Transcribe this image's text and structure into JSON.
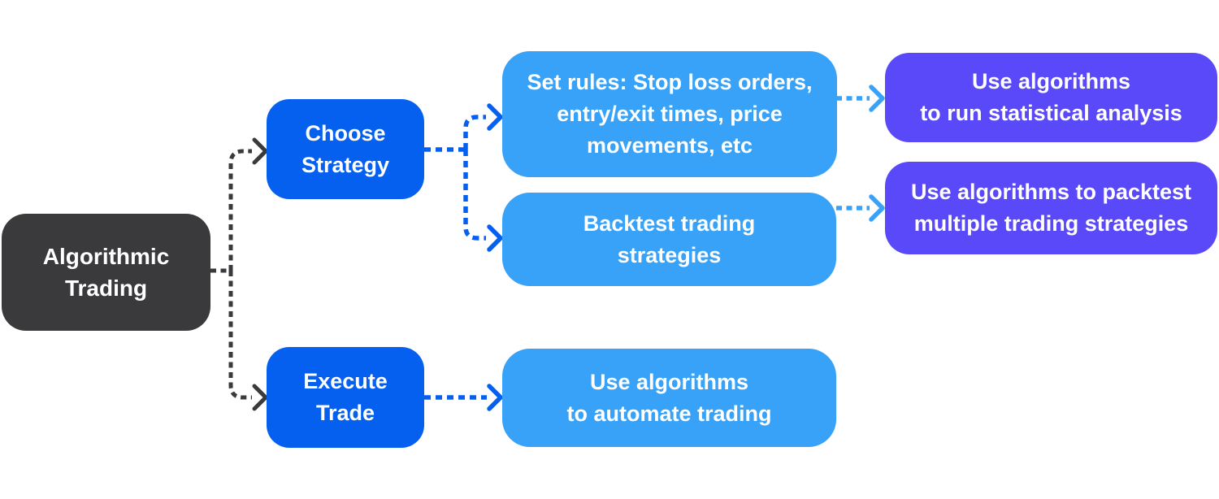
{
  "diagram": {
    "type": "flowchart",
    "topic": "Algorithmic Trading",
    "colors": {
      "background": "#FFFFFF",
      "node_dark": "#3A3A3C",
      "node_blue": "#0560F0",
      "node_light_blue": "#38A2F8",
      "node_purple": "#5A49F8",
      "text": "#FFFFFF"
    },
    "nodes": {
      "root": {
        "label": "Algorithmic Trading",
        "lines": [
          "Algorithmic",
          "Trading"
        ],
        "color": "#3A3A3C"
      },
      "choose_strategy": {
        "label": "Choose Strategy",
        "lines": [
          "Choose",
          "Strategy"
        ],
        "color": "#0560F0"
      },
      "execute_trade": {
        "label": "Execute Trade",
        "lines": [
          "Execute",
          "Trade"
        ],
        "color": "#0560F0"
      },
      "set_rules": {
        "label": "Set rules: Stop loss orders, entry/exit times, price movements, etc",
        "lines": [
          "Set rules: Stop loss orders,",
          "entry/exit times, price",
          "movements, etc"
        ],
        "color": "#38A2F8"
      },
      "backtest": {
        "label": "Backtest trading strategies",
        "lines": [
          "Backtest trading",
          "strategies"
        ],
        "color": "#38A2F8"
      },
      "automate": {
        "label": "Use algorithms to automate trading",
        "lines": [
          "Use algorithms",
          "to automate trading"
        ],
        "color": "#38A2F8"
      },
      "statistical": {
        "label": "Use algorithms to run statistical analysis",
        "lines": [
          "Use algorithms",
          "to run statistical analysis"
        ],
        "color": "#5A49F8"
      },
      "packtest": {
        "label": "Use algorithms to packtest multiple trading strategies",
        "lines": [
          "Use algorithms to packtest",
          "multiple trading strategies"
        ],
        "color": "#5A49F8"
      }
    },
    "edges": [
      {
        "from": "root",
        "to": "choose_strategy",
        "style": "dashed",
        "color": "#3A3A3C"
      },
      {
        "from": "root",
        "to": "execute_trade",
        "style": "dashed",
        "color": "#3A3A3C"
      },
      {
        "from": "choose_strategy",
        "to": "set_rules",
        "style": "dashed",
        "color": "#0560F0"
      },
      {
        "from": "choose_strategy",
        "to": "backtest",
        "style": "dashed",
        "color": "#0560F0"
      },
      {
        "from": "execute_trade",
        "to": "automate",
        "style": "dashed",
        "color": "#0560F0"
      },
      {
        "from": "set_rules",
        "to": "statistical",
        "style": "dashed",
        "color": "#38A2F8"
      },
      {
        "from": "backtest",
        "to": "packtest",
        "style": "dashed",
        "color": "#38A2F8"
      }
    ]
  }
}
